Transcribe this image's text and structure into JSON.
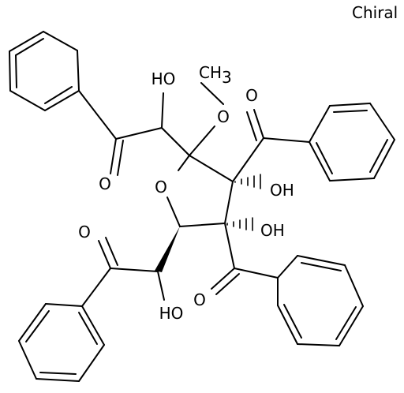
{
  "annotation": {
    "chirality_label": "Chiral"
  },
  "atom_labels": {
    "hydroxyl": "HO",
    "hydroxyl_right": "OH",
    "hydroxyl_right_lower": "OH",
    "hydroxyl_lower": "HO",
    "methoxy_o": "O",
    "methyl_c": "CH",
    "methyl_sub": "3",
    "ring_o": "O",
    "carbonyl_o_1": "O",
    "carbonyl_o_2": "O",
    "carbonyl_o_3": "O",
    "carbonyl_o_4": "O"
  },
  "colors": {
    "bond": "#000000",
    "text": "#000000",
    "background": "#ffffff"
  }
}
